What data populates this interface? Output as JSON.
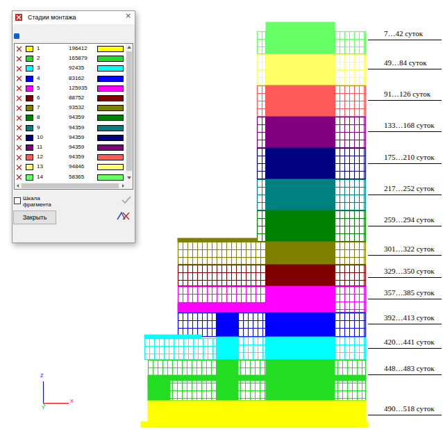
{
  "diagram": {
    "nodes": [
      {
        "text": [
          "Стадии монтажа"
        ]
      },
      {
        "text": [
          "Закрыть"
        ],
        "in": 0
      }
    ],
    "labels": [
      "×",
      "196412",
      "165879",
      "92435",
      "83162",
      "125935",
      "88752",
      "93532",
      "94359",
      "94359",
      "94359",
      "94359",
      "94359",
      "94846",
      "58365",
      "Шкала фрагмента",
      "7…42 суток",
      "49…84 суток",
      "91…126 суток",
      "133…168 суток",
      "175…210 суток",
      "217…252 суток",
      "259…294 суток",
      "301…322 суток",
      "329…350 суток",
      "357…385 суток",
      "392…413 суток",
      "420…441 суток",
      "448…483 суток",
      "490…518 суток",
      "Z",
      "Y",
      "X"
    ],
    "legend": [
      {
        "text": "1",
        "color": "#ffff00"
      },
      {
        "text": "2",
        "color": "#22dd22"
      },
      {
        "text": "3",
        "color": "#00ffff"
      },
      {
        "text": "4",
        "color": "#0000ff"
      },
      {
        "text": "5",
        "color": "#ff00ff"
      },
      {
        "text": "6",
        "color": "#800000"
      },
      {
        "text": "7",
        "color": "#808000"
      },
      {
        "text": "8",
        "color": "#008000"
      },
      {
        "text": "9",
        "color": "#008080"
      },
      {
        "text": "10",
        "color": "#000080"
      },
      {
        "text": "11",
        "color": "#800080"
      },
      {
        "text": "12",
        "color": "#ff5a5a"
      },
      {
        "text": "13",
        "color": "#ffff66"
      },
      {
        "text": "14",
        "color": "#66ff66"
      }
    ]
  }
}
